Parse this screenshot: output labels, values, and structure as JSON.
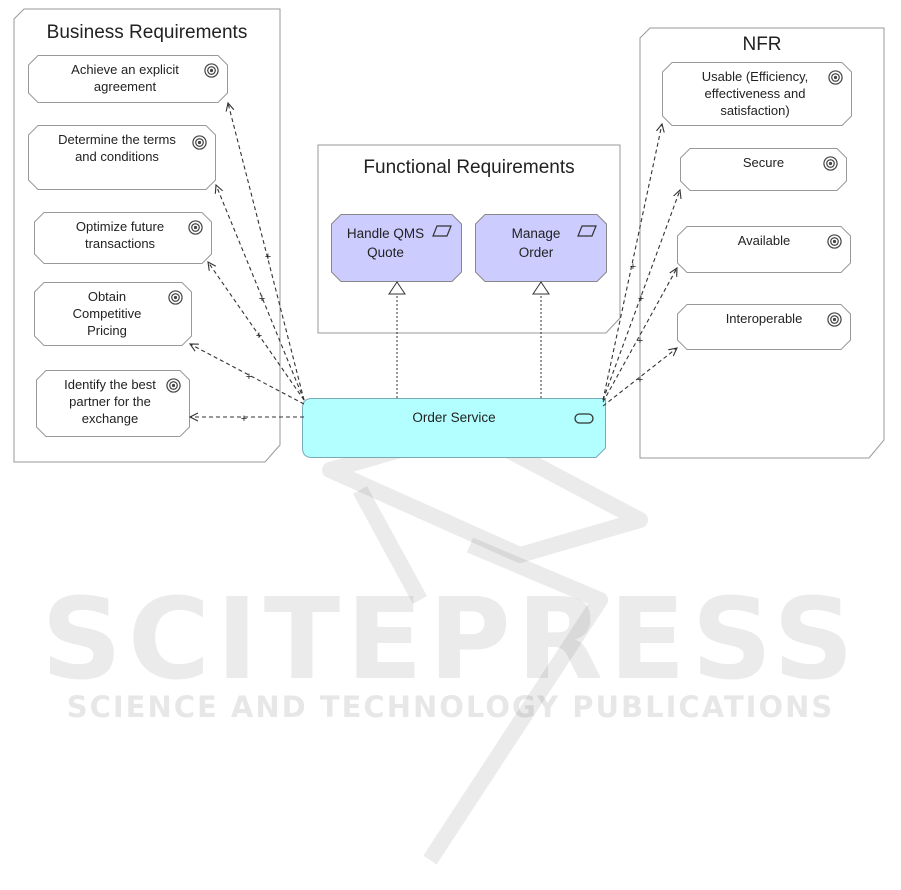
{
  "groups": {
    "business": {
      "title": "Business Requirements"
    },
    "functional": {
      "title": "Functional Requirements"
    },
    "nfr": {
      "title": "NFR"
    }
  },
  "business_goals": [
    "Achieve an explicit agreement",
    "Determine the terms and conditions",
    "Optimize future transactions",
    "Obtain Competitive Pricing",
    "Identify the best partner for the exchange"
  ],
  "nfr_goals": [
    "Usable  (Efficiency, effectiveness and satisfaction)",
    "Secure",
    "Available",
    "Interoperable"
  ],
  "functions": [
    {
      "label": "Handle QMS Quote"
    },
    {
      "label": "Manage Order"
    }
  ],
  "service": {
    "label": "Order Service"
  },
  "connector_marks": {
    "influence": "+"
  },
  "watermark": {
    "brand": "SCITEPRESS",
    "tagline": "SCIENCE AND TECHNOLOGY PUBLICATIONS"
  },
  "colors": {
    "function_fill": "#ccccff",
    "service_fill": "#b3ffff",
    "border": "#999999",
    "connector": "#333333"
  },
  "icons": {
    "goal": "goal-target-icon",
    "function": "function-parallelogram-icon",
    "service": "service-rounded-rect-icon"
  }
}
